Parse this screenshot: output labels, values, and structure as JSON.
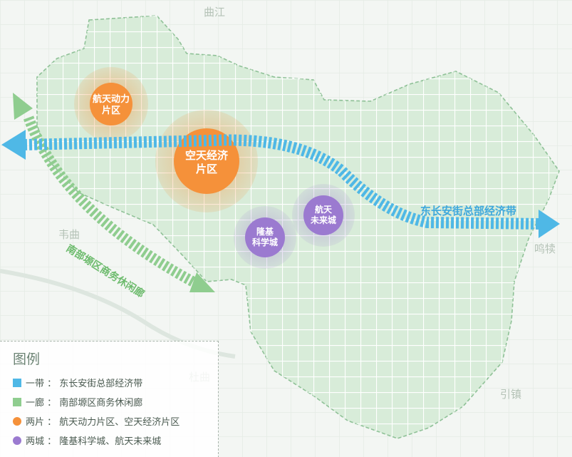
{
  "map": {
    "places": {
      "qujiang": "曲江",
      "weiqu": "韦曲",
      "duqu": "杜曲",
      "mingdu": "鸣犊",
      "yinzhen": "引镇"
    },
    "colors": {
      "band": "#4fb8e6",
      "corridor": "#8fcd8f",
      "zone_orange": "#f5913a",
      "zone_purple": "#9b7ad0",
      "base_green": "#d8ecd9"
    }
  },
  "zones": {
    "space_power": "航天动力\n片区",
    "aerospace_economy": "空天经济\n片区",
    "longi_science": "隆基\n科学城",
    "space_future": "航天\n未来城"
  },
  "band": {
    "label": "东长安街总部经济带"
  },
  "corridor": {
    "label": "南部塬区商务休闲廊"
  },
  "legend": {
    "title": "图例",
    "items": [
      {
        "tag": "一带",
        "text": "东长安街总部经济带",
        "color": "#4fb8e6",
        "shape": "square"
      },
      {
        "tag": "一廊",
        "text": "南部塬区商务休闲廊",
        "color": "#8fcd8f",
        "shape": "square"
      },
      {
        "tag": "两片",
        "text": "航天动力片区、空天经济片区",
        "color": "#f5913a",
        "shape": "circle"
      },
      {
        "tag": "两城",
        "text": "隆基科学城、航天未来城",
        "color": "#9b7ad0",
        "shape": "circle"
      }
    ]
  }
}
